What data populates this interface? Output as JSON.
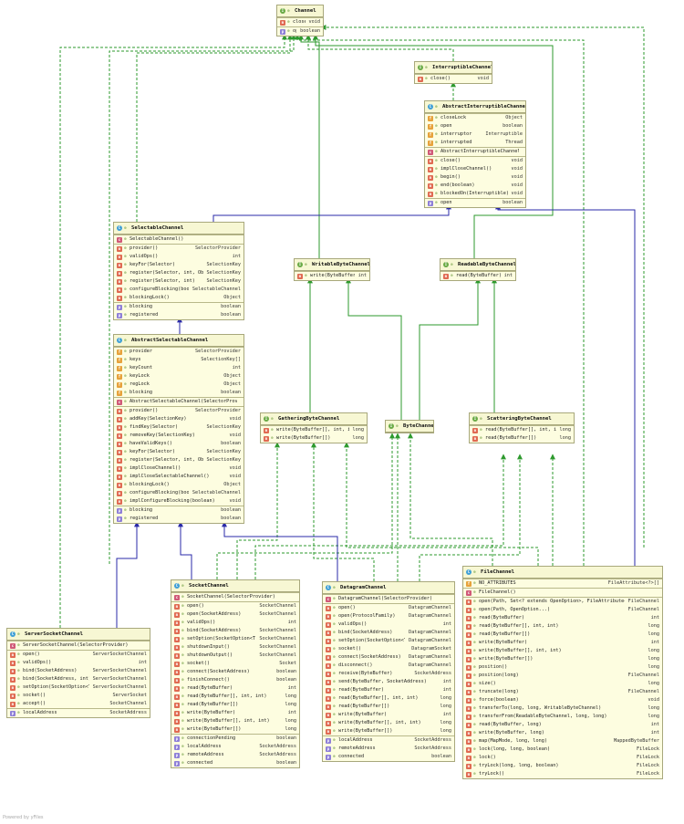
{
  "footer": "Powered by yFiles",
  "classes": [
    {
      "id": "channel",
      "name": "Channel",
      "kind": "iface",
      "sections": [
        [
          [
            "m",
            "close()",
            "void"
          ]
        ],
        [
          [
            "p",
            "open",
            "boolean"
          ]
        ]
      ]
    },
    {
      "id": "interruptible",
      "name": "InterruptibleChannel",
      "kind": "iface",
      "sections": [
        [
          [
            "m",
            "close()",
            "void"
          ]
        ]
      ]
    },
    {
      "id": "abstractinterruptible",
      "name": "AbstractInterruptibleChannel",
      "kind": "class",
      "sections": [
        [
          [
            "f",
            "closeLock",
            "Object"
          ],
          [
            "f",
            "open",
            "boolean"
          ],
          [
            "f",
            "interruptor",
            "Interruptible"
          ],
          [
            "f",
            "interrupted",
            "Thread"
          ]
        ],
        [
          [
            "c",
            "AbstractInterruptibleChannel()",
            ""
          ]
        ],
        [
          [
            "m",
            "close()",
            "void"
          ],
          [
            "m",
            "implCloseChannel()",
            "void"
          ],
          [
            "m",
            "begin()",
            "void"
          ],
          [
            "m",
            "end(boolean)",
            "void"
          ],
          [
            "m",
            "blockedOn(Interruptible)",
            "void"
          ]
        ],
        [
          [
            "p",
            "open",
            "boolean"
          ]
        ]
      ]
    },
    {
      "id": "selectable",
      "name": "SelectableChannel",
      "kind": "class",
      "sections": [
        [
          [
            "c",
            "SelectableChannel()",
            ""
          ]
        ],
        [
          [
            "m",
            "provider()",
            "SelectorProvider"
          ],
          [
            "m",
            "validOps()",
            "int"
          ],
          [
            "m",
            "keyFor(Selector)",
            "SelectionKey"
          ],
          [
            "m",
            "register(Selector, int, Object)",
            "SelectionKey"
          ],
          [
            "m",
            "register(Selector, int)",
            "SelectionKey"
          ],
          [
            "m",
            "configureBlocking(boolean)",
            "SelectableChannel"
          ],
          [
            "m",
            "blockingLock()",
            "Object"
          ]
        ],
        [
          [
            "p",
            "blocking",
            "boolean"
          ],
          [
            "p",
            "registered",
            "boolean"
          ]
        ]
      ]
    },
    {
      "id": "writablebyte",
      "name": "WritableByteChannel",
      "kind": "iface",
      "sections": [
        [
          [
            "m",
            "write(ByteBuffer)",
            "int"
          ]
        ]
      ]
    },
    {
      "id": "readablebyte",
      "name": "ReadableByteChannel",
      "kind": "iface",
      "sections": [
        [
          [
            "m",
            "read(ByteBuffer)",
            "int"
          ]
        ]
      ]
    },
    {
      "id": "abstractselectable",
      "name": "AbstractSelectableChannel",
      "kind": "class",
      "sections": [
        [
          [
            "f",
            "provider",
            "SelectorProvider"
          ],
          [
            "f",
            "keys",
            "SelectionKey[]"
          ],
          [
            "f",
            "keyCount",
            "int"
          ],
          [
            "f",
            "keyLock",
            "Object"
          ],
          [
            "f",
            "regLock",
            "Object"
          ],
          [
            "f",
            "blocking",
            "boolean"
          ]
        ],
        [
          [
            "c",
            "AbstractSelectableChannel(SelectorProvider)",
            ""
          ]
        ],
        [
          [
            "m",
            "provider()",
            "SelectorProvider"
          ],
          [
            "m",
            "addKey(SelectionKey)",
            "void"
          ],
          [
            "m",
            "findKey(Selector)",
            "SelectionKey"
          ],
          [
            "m",
            "removeKey(SelectionKey)",
            "void"
          ],
          [
            "m",
            "haveValidKeys()",
            "boolean"
          ],
          [
            "m",
            "keyFor(Selector)",
            "SelectionKey"
          ],
          [
            "m",
            "register(Selector, int, Object)",
            "SelectionKey"
          ],
          [
            "m",
            "implCloseChannel()",
            "void"
          ],
          [
            "m",
            "implCloseSelectableChannel()",
            "void"
          ],
          [
            "m",
            "blockingLock()",
            "Object"
          ],
          [
            "m",
            "configureBlocking(boolean)",
            "SelectableChannel"
          ],
          [
            "m",
            "implConfigureBlocking(boolean)",
            "void"
          ]
        ],
        [
          [
            "p",
            "blocking",
            "boolean"
          ],
          [
            "p",
            "registered",
            "boolean"
          ]
        ]
      ]
    },
    {
      "id": "gathering",
      "name": "GatheringByteChannel",
      "kind": "iface",
      "sections": [
        [
          [
            "m",
            "write(ByteBuffer[], int, int)",
            "long"
          ],
          [
            "m",
            "write(ByteBuffer[])",
            "long"
          ]
        ]
      ]
    },
    {
      "id": "bytechannel",
      "name": "ByteChannel",
      "kind": "iface",
      "sections": []
    },
    {
      "id": "scattering",
      "name": "ScatteringByteChannel",
      "kind": "iface",
      "sections": [
        [
          [
            "m",
            "read(ByteBuffer[], int, int)",
            "long"
          ],
          [
            "m",
            "read(ByteBuffer[])",
            "long"
          ]
        ]
      ]
    },
    {
      "id": "filechannel",
      "name": "FileChannel",
      "kind": "class",
      "sections": [
        [
          [
            "f",
            "NO_ATTRIBUTES",
            "FileAttribute<?>[]"
          ]
        ],
        [
          [
            "c",
            "FileChannel()",
            ""
          ]
        ],
        [
          [
            "m",
            "open(Path, Set<? extends OpenOption>, FileAttribute<?>...)",
            "FileChannel"
          ],
          [
            "m",
            "open(Path, OpenOption...)",
            "FileChannel"
          ],
          [
            "m",
            "read(ByteBuffer)",
            "int"
          ],
          [
            "m",
            "read(ByteBuffer[], int, int)",
            "long"
          ],
          [
            "m",
            "read(ByteBuffer[])",
            "long"
          ],
          [
            "m",
            "write(ByteBuffer)",
            "int"
          ],
          [
            "m",
            "write(ByteBuffer[], int, int)",
            "long"
          ],
          [
            "m",
            "write(ByteBuffer[])",
            "long"
          ],
          [
            "m",
            "position()",
            "long"
          ],
          [
            "m",
            "position(long)",
            "FileChannel"
          ],
          [
            "m",
            "size()",
            "long"
          ],
          [
            "m",
            "truncate(long)",
            "FileChannel"
          ],
          [
            "m",
            "force(boolean)",
            "void"
          ],
          [
            "m",
            "transferTo(long, long, WritableByteChannel)",
            "long"
          ],
          [
            "m",
            "transferFrom(ReadableByteChannel, long, long)",
            "long"
          ],
          [
            "m",
            "read(ByteBuffer, long)",
            "int"
          ],
          [
            "m",
            "write(ByteBuffer, long)",
            "int"
          ],
          [
            "m",
            "map(MapMode, long, long)",
            "MappedByteBuffer"
          ],
          [
            "m",
            "lock(long, long, boolean)",
            "FileLock"
          ],
          [
            "m",
            "lock()",
            "FileLock"
          ],
          [
            "m",
            "tryLock(long, long, boolean)",
            "FileLock"
          ],
          [
            "m",
            "tryLock()",
            "FileLock"
          ]
        ]
      ]
    },
    {
      "id": "socketchannel",
      "name": "SocketChannel",
      "kind": "class",
      "sections": [
        [
          [
            "c",
            "SocketChannel(SelectorProvider)",
            ""
          ]
        ],
        [
          [
            "m",
            "open()",
            "SocketChannel"
          ],
          [
            "m",
            "open(SocketAddress)",
            "SocketChannel"
          ],
          [
            "m",
            "validOps()",
            "int"
          ],
          [
            "m",
            "bind(SocketAddress)",
            "SocketChannel"
          ],
          [
            "m",
            "setOption(SocketOption<T>, T)",
            "SocketChannel"
          ],
          [
            "m",
            "shutdownInput()",
            "SocketChannel"
          ],
          [
            "m",
            "shutdownOutput()",
            "SocketChannel"
          ],
          [
            "m",
            "socket()",
            "Socket"
          ],
          [
            "m",
            "connect(SocketAddress)",
            "boolean"
          ],
          [
            "m",
            "finishConnect()",
            "boolean"
          ],
          [
            "m",
            "read(ByteBuffer)",
            "int"
          ],
          [
            "m",
            "read(ByteBuffer[], int, int)",
            "long"
          ],
          [
            "m",
            "read(ByteBuffer[])",
            "long"
          ],
          [
            "m",
            "write(ByteBuffer)",
            "int"
          ],
          [
            "m",
            "write(ByteBuffer[], int, int)",
            "long"
          ],
          [
            "m",
            "write(ByteBuffer[])",
            "long"
          ]
        ],
        [
          [
            "p",
            "connectionPending",
            "boolean"
          ],
          [
            "p",
            "localAddress",
            "SocketAddress"
          ],
          [
            "p",
            "remoteAddress",
            "SocketAddress"
          ],
          [
            "p",
            "connected",
            "boolean"
          ]
        ]
      ]
    },
    {
      "id": "datagramchannel",
      "name": "DatagramChannel",
      "kind": "class",
      "sections": [
        [
          [
            "c",
            "DatagramChannel(SelectorProvider)",
            ""
          ]
        ],
        [
          [
            "m",
            "open()",
            "DatagramChannel"
          ],
          [
            "m",
            "open(ProtocolFamily)",
            "DatagramChannel"
          ],
          [
            "m",
            "validOps()",
            "int"
          ],
          [
            "m",
            "bind(SocketAddress)",
            "DatagramChannel"
          ],
          [
            "m",
            "setOption(SocketOption<T>, T)",
            "DatagramChannel"
          ],
          [
            "m",
            "socket()",
            "DatagramSocket"
          ],
          [
            "m",
            "connect(SocketAddress)",
            "DatagramChannel"
          ],
          [
            "m",
            "disconnect()",
            "DatagramChannel"
          ],
          [
            "m",
            "receive(ByteBuffer)",
            "SocketAddress"
          ],
          [
            "m",
            "send(ByteBuffer, SocketAddress)",
            "int"
          ],
          [
            "m",
            "read(ByteBuffer)",
            "int"
          ],
          [
            "m",
            "read(ByteBuffer[], int, int)",
            "long"
          ],
          [
            "m",
            "read(ByteBuffer[])",
            "long"
          ],
          [
            "m",
            "write(ByteBuffer)",
            "int"
          ],
          [
            "m",
            "write(ByteBuffer[], int, int)",
            "long"
          ],
          [
            "m",
            "write(ByteBuffer[])",
            "long"
          ]
        ],
        [
          [
            "p",
            "localAddress",
            "SocketAddress"
          ],
          [
            "p",
            "remoteAddress",
            "SocketAddress"
          ],
          [
            "p",
            "connected",
            "boolean"
          ]
        ]
      ]
    },
    {
      "id": "serversocketchannel",
      "name": "ServerSocketChannel",
      "kind": "class",
      "sections": [
        [
          [
            "c",
            "ServerSocketChannel(SelectorProvider)",
            ""
          ]
        ],
        [
          [
            "m",
            "open()",
            "ServerSocketChannel"
          ],
          [
            "m",
            "validOps()",
            "int"
          ],
          [
            "m",
            "bind(SocketAddress)",
            "ServerSocketChannel"
          ],
          [
            "m",
            "bind(SocketAddress, int)",
            "ServerSocketChannel"
          ],
          [
            "m",
            "setOption(SocketOption<T>, T)",
            "ServerSocketChannel"
          ],
          [
            "m",
            "socket()",
            "ServerSocket"
          ],
          [
            "m",
            "accept()",
            "SocketChannel"
          ]
        ],
        [
          [
            "p",
            "localAddress",
            "SocketAddress"
          ]
        ]
      ]
    }
  ]
}
